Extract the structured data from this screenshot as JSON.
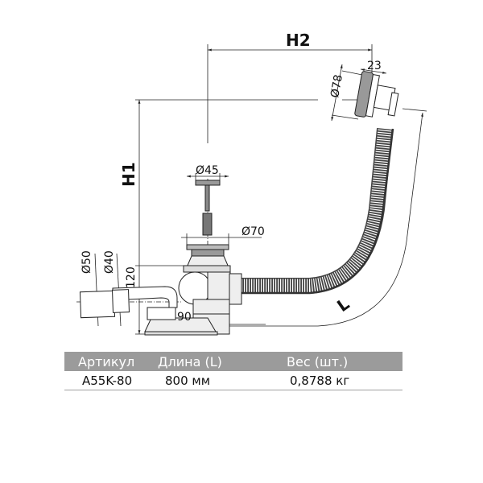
{
  "drawing": {
    "labels": {
      "h1": "H1",
      "h2": "H2",
      "d45": "Ø45",
      "d70": "Ø70",
      "d78": "Ø78",
      "d50": "Ø50",
      "d40": "Ø40",
      "dim23": "23",
      "dim120": "120",
      "dim90": "90",
      "length": "L"
    }
  },
  "table": {
    "headers": [
      "Артикул",
      "Длина (L)",
      "Вес (шт.)"
    ],
    "rows": [
      [
        "A55K-80",
        "800 мм",
        "0,8788 кг"
      ]
    ]
  }
}
